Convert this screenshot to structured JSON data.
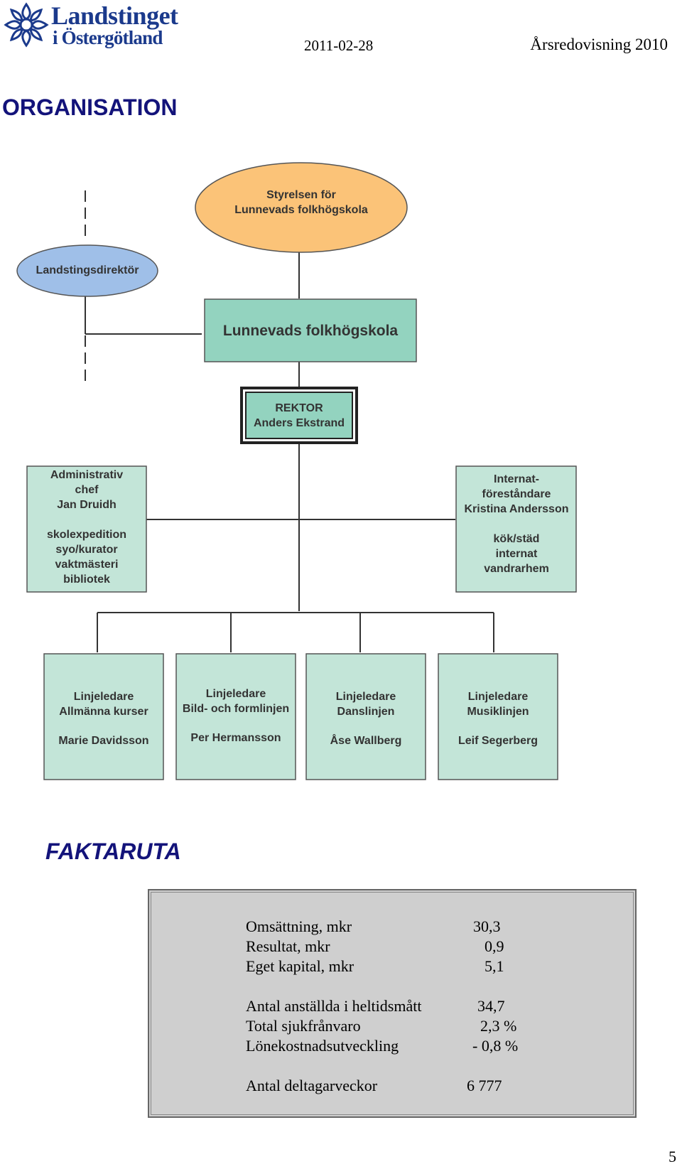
{
  "header": {
    "logo_line1": "Landstinget",
    "logo_line2": "i Östergötland",
    "date": "2011-02-28",
    "doc_title": "Årsredovisning 2010"
  },
  "page_title": "ORGANISATION",
  "org_chart": {
    "board": [
      "Styrelsen för",
      "Lunnevads folkhögskola"
    ],
    "director": "Landstingsdirektör",
    "school": "Lunnevads folkhögskola",
    "principal": [
      "REKTOR",
      "Anders Ekstrand"
    ],
    "admin": [
      "Administrativ",
      "chef",
      "Jan Druidh",
      "",
      "skolexpedition",
      "syo/kurator",
      "vaktmästeri",
      "bibliotek"
    ],
    "boarding": [
      "Internat-",
      "föreståndare",
      "Kristina Andersson",
      "",
      "kök/städ",
      "internat",
      "vandrarhem"
    ],
    "line_leaders": [
      {
        "title": "Linjeledare",
        "line": "Allmänna kurser",
        "name": "Marie Davidsson"
      },
      {
        "title": "Linjeledare",
        "line": "Bild- och formlinjen",
        "name": "Per Hermansson"
      },
      {
        "title": "Linjeledare",
        "line": "Danslinjen",
        "name": "Åse Wallberg"
      },
      {
        "title": "Linjeledare",
        "line": "Musiklinjen",
        "name": "Leif Segerberg"
      }
    ],
    "colors": {
      "board_fill": "#fbc378",
      "director_fill": "#9fbfe8",
      "school_fill": "#93d3bf",
      "unit_fill": "#c3e5d8"
    }
  },
  "facts": {
    "heading": "FAKTARUTA",
    "rows": [
      {
        "label": "Omsättning, mkr",
        "value": "30,3"
      },
      {
        "label": "Resultat, mkr",
        "value": "0,9"
      },
      {
        "label": "Eget kapital, mkr",
        "value": "5,1"
      },
      {
        "label": "Antal anställda i heltidsmått",
        "value": "34,7"
      },
      {
        "label": "Total sjukfrånvaro",
        "value": "2,3 %"
      },
      {
        "label": "Lönekostnadsutveckling",
        "value": "- 0,8 %"
      },
      {
        "label": "Antal deltagarveckor",
        "value": "6 777"
      }
    ]
  },
  "page_number": "5"
}
